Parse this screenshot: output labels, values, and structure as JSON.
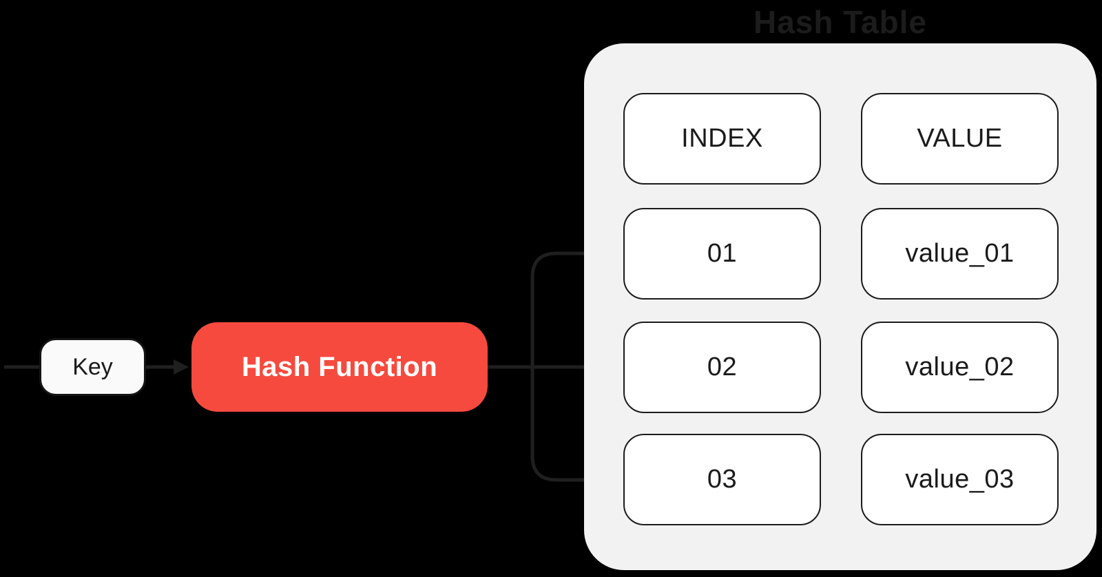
{
  "diagram": {
    "title": "Hash Table",
    "key_node": {
      "label": "Key"
    },
    "hash_function_node": {
      "label": "Hash Function",
      "color": "#f74a3e"
    },
    "table": {
      "columns": [
        "INDEX",
        "VALUE"
      ],
      "rows": [
        {
          "index": "01",
          "value": "value_01"
        },
        {
          "index": "02",
          "value": "value_02"
        },
        {
          "index": "03",
          "value": "value_03"
        }
      ]
    },
    "colors": {
      "background": "#000000",
      "panel_bg": "#f2f2f3",
      "cell_bg": "#ffffff",
      "cell_border": "#1a1a1a",
      "connector_stroke": "#1f1f1f",
      "title_text": "#1c1c1c",
      "accent_red": "#f74a3e",
      "node_text_dark": "#1a1a1a",
      "node_text_light": "#ffffff"
    }
  }
}
